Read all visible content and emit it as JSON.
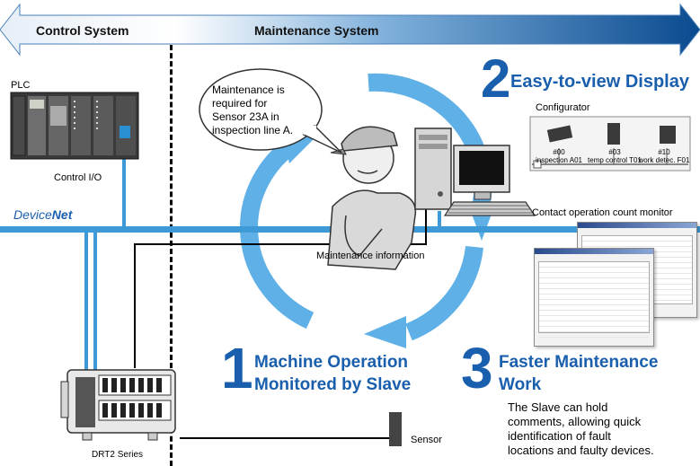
{
  "header": {
    "control_system": "Control System",
    "maintenance_system": "Maintenance System"
  },
  "labels": {
    "plc": "PLC",
    "control_io": "Control I/O",
    "devicenet_device": "Device",
    "devicenet_net": "Net",
    "maintenance_information": "Maintenance information",
    "sensor": "Sensor",
    "drt2_series": "DRT2 Series"
  },
  "speech_bubble": {
    "lines": [
      "Maintenance is",
      "required for",
      "Sensor 23A in",
      "inspection line A."
    ]
  },
  "steps": [
    {
      "number": "1",
      "title_line1": "Machine Operation",
      "title_line2": "Monitored by Slave"
    },
    {
      "number": "2",
      "title": "Easy-to-view Display"
    },
    {
      "number": "3",
      "title_line1": "Faster Maintenance",
      "title_line2": "Work",
      "description": [
        "The Slave can hold",
        "comments, allowing quick",
        "identification of fault",
        "locations and faulty devices."
      ]
    }
  ],
  "configurator": {
    "label": "Configurator",
    "devices": [
      {
        "id": "#00",
        "name": "inspection A01"
      },
      {
        "id": "#03",
        "name": "temp control T01"
      },
      {
        "id": "#10",
        "name": "work detec. F01"
      }
    ]
  },
  "monitor": {
    "label": "Contact operation count monitor"
  },
  "colors": {
    "arrow_dark": "#0a4a8f",
    "arrow_light": "#cfe2f3",
    "bus": "#3d9ad6",
    "cycle": "#5fb0e6",
    "title_blue": "#1a5fae"
  }
}
